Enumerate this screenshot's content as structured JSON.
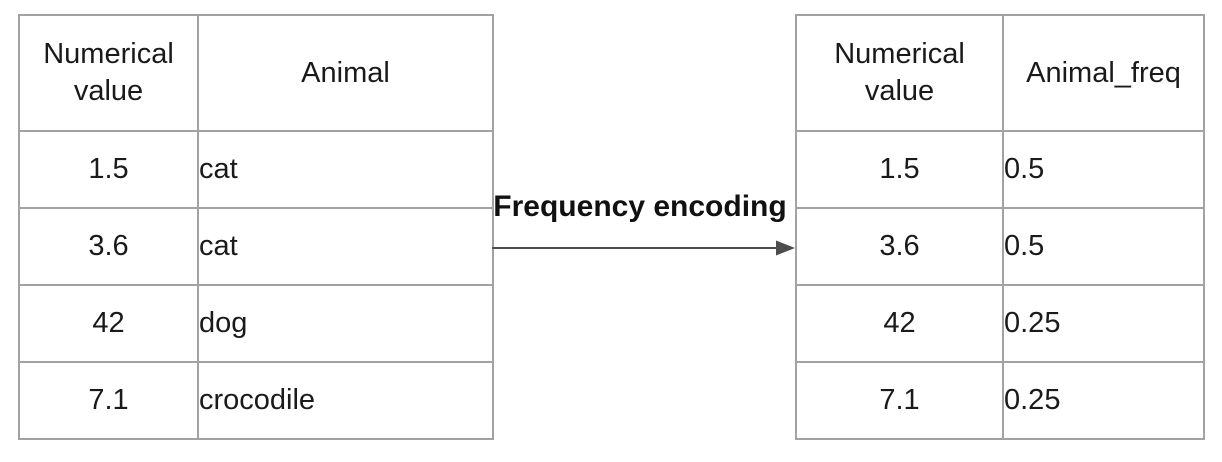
{
  "diagram": {
    "transform_label": "Frequency encoding"
  },
  "left_table": {
    "headers": [
      "Numerical value",
      "Animal"
    ],
    "rows": [
      [
        "1.5",
        "cat"
      ],
      [
        "3.6",
        "cat"
      ],
      [
        "42",
        "dog"
      ],
      [
        "7.1",
        "crocodile"
      ]
    ]
  },
  "right_table": {
    "headers": [
      "Numerical value",
      "Animal_freq"
    ],
    "rows": [
      [
        "1.5",
        "0.5"
      ],
      [
        "3.6",
        "0.5"
      ],
      [
        "42",
        "0.25"
      ],
      [
        "7.1",
        "0.25"
      ]
    ]
  },
  "colors": {
    "table_border": "#a2a2a2",
    "arrow": "#4d4d4d",
    "text": "#1a1a1a"
  }
}
